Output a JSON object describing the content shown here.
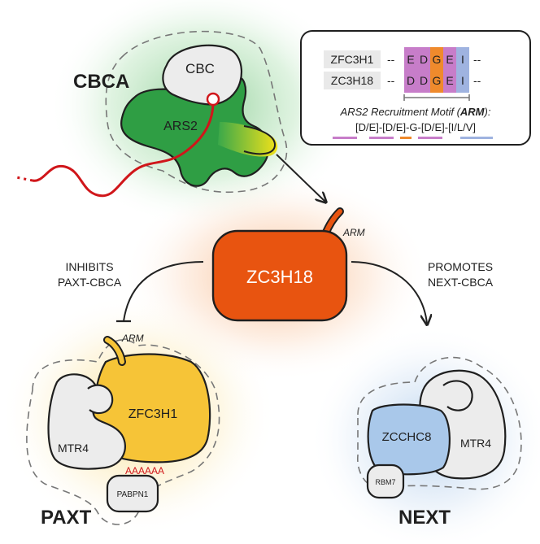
{
  "cbca": {
    "title": "CBCA",
    "cbc_label": "CBC",
    "ars2_label": "ARS2"
  },
  "motif_box": {
    "rows": [
      {
        "name": "ZFC3H1",
        "letters": [
          "E",
          "D",
          "G",
          "E",
          "I"
        ]
      },
      {
        "name": "ZC3H18",
        "letters": [
          "D",
          "D",
          "G",
          "E",
          "I"
        ]
      }
    ],
    "dash": "--",
    "caption_prefix": "ARS2 Recruitment Motif (",
    "caption_bold": "ARM",
    "caption_suffix": "):",
    "consensus": "[D/E]-[D/E]-G-[D/E]-[I/L/V]",
    "colors": {
      "acidic": "#c77dc9",
      "glycine": "#ef8a2c",
      "hydrophobic": "#9fb3e0"
    }
  },
  "center": {
    "protein": "ZC3H18",
    "arm_label": "ARM",
    "color": "#e85410"
  },
  "left_action": {
    "line1": "INHIBITS",
    "line2": "PAXT-CBCA"
  },
  "right_action": {
    "line1": "PROMOTES",
    "line2": "NEXT-CBCA"
  },
  "paxt": {
    "title": "PAXT",
    "arm_label": "ARM",
    "zfc3h1_label": "ZFC3H1",
    "mtr4_label": "MTR4",
    "polya_label": "AAAAAA",
    "pabpn1_label": "PABPN1"
  },
  "next": {
    "title": "NEXT",
    "zcchc8_label": "ZCCHC8",
    "mtr4_label": "MTR4",
    "rbm7_label": "RBM7"
  }
}
